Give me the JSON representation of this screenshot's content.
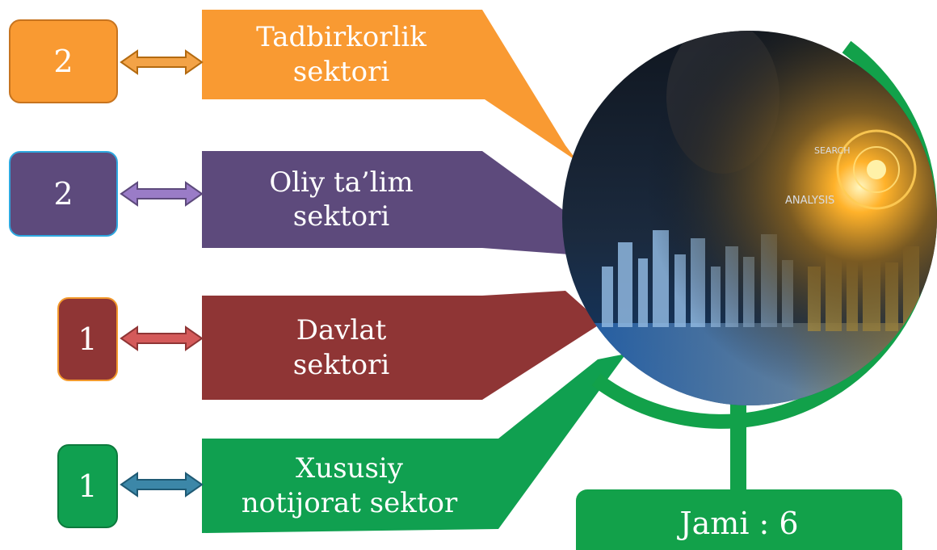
{
  "sectors": [
    {
      "count": "2",
      "label": "Tadbirkorlik\nsektori",
      "color": "#f99a32"
    },
    {
      "count": "2",
      "label": "Oliy ta’lim\nsektori",
      "color": "#5d4a7c"
    },
    {
      "count": "1",
      "label": "Davlat\nsektori",
      "color": "#8f3535"
    },
    {
      "count": "1",
      "label": "Xususiy\nnotijorat sektor",
      "color": "#10a050"
    }
  ],
  "total": {
    "label": "Jami : 6",
    "color": "#12a14a"
  },
  "image": {
    "overlay_words": [
      "SEARCH",
      "ANALYSIS"
    ]
  }
}
